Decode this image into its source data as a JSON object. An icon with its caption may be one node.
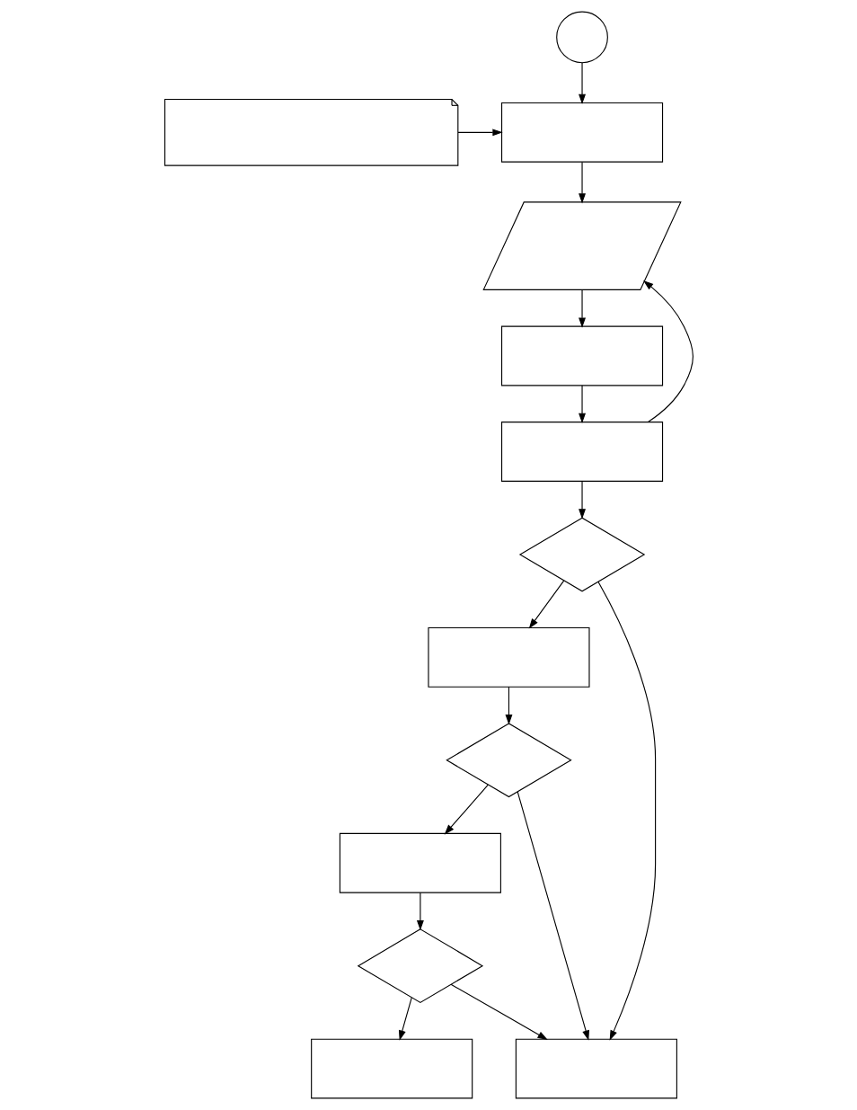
{
  "diagram": {
    "nodes": [
      {
        "text": [],
        "shape": "circle"
      },
      {
        "text": [],
        "shape": "box"
      },
      {
        "text": [],
        "shape": "document"
      },
      {
        "text": [],
        "shape": "parallelogram"
      },
      {
        "text": [],
        "shape": "box"
      },
      {
        "text": [],
        "shape": "box"
      },
      {
        "text": [],
        "shape": "box"
      },
      {
        "text": [],
        "shape": "diamond"
      },
      {
        "text": [],
        "shape": "diamond"
      },
      {
        "text": [],
        "shape": "box"
      },
      {
        "text": [],
        "shape": "box"
      },
      {
        "text": [],
        "shape": "diamond"
      },
      {
        "text": [],
        "shape": "box"
      }
    ],
    "edges": [
      {
        "from": 0,
        "to": 1,
        "arrow": "to"
      },
      {
        "from": 2,
        "to": 1,
        "arrow": "to"
      },
      {
        "from": 1,
        "to": 3,
        "arrow": "to"
      },
      {
        "from": 3,
        "to": 4,
        "arrow": "to"
      },
      {
        "from": 4,
        "to": 6,
        "arrow": "to"
      },
      {
        "from": 6,
        "to": 3,
        "arrow": "to"
      },
      {
        "from": 6,
        "to": 8,
        "arrow": "to"
      },
      {
        "from": 8,
        "to": 5,
        "arrow": "to"
      },
      {
        "from": 8,
        "to": 10,
        "arrow": "to"
      },
      {
        "from": 5,
        "to": 7,
        "arrow": "to"
      },
      {
        "from": 7,
        "to": 10,
        "arrow": "to"
      },
      {
        "from": 7,
        "to": 9,
        "arrow": "to"
      },
      {
        "from": 9,
        "to": 11,
        "arrow": "to"
      },
      {
        "from": 11,
        "to": 10,
        "arrow": "to"
      },
      {
        "from": 11,
        "to": 12,
        "arrow": "to"
      }
    ]
  }
}
